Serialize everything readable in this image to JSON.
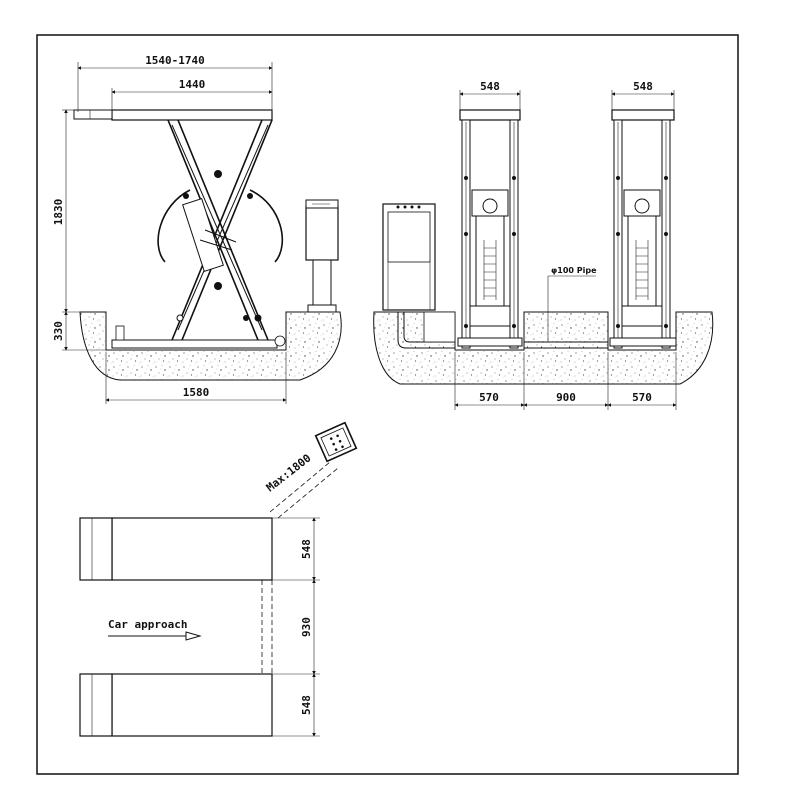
{
  "dimensions": {
    "side_top_range": "1540-1740",
    "side_platform": "1440",
    "side_height": "1830",
    "side_depth": "330",
    "side_base": "1580",
    "front_width_left": "548",
    "front_width_right": "548",
    "front_left_spacing": "570",
    "front_middle_spacing": "900",
    "front_right_spacing": "570",
    "plan_width_top": "548",
    "plan_gap": "930",
    "plan_width_bottom": "548"
  },
  "labels": {
    "pipe": "φ100 Pipe",
    "hose_max": "Max:1800",
    "approach": "Car approach"
  }
}
